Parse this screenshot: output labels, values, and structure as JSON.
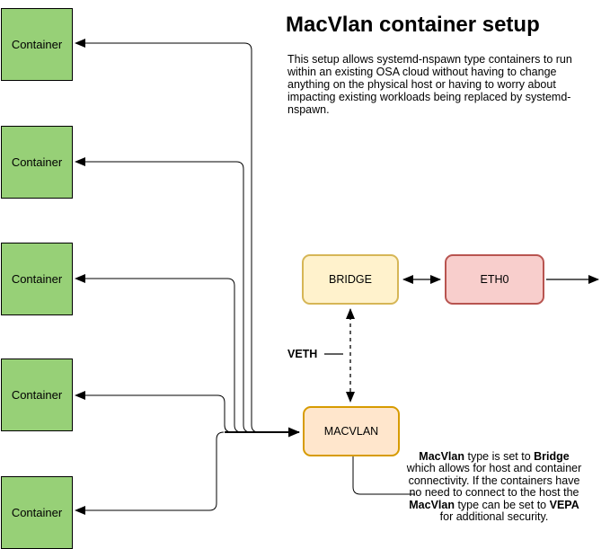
{
  "title": "MacVlan container setup",
  "description": "This setup allows systemd-nspawn type containers to run within an existing OSA cloud without having to change anything on the physical host or having to worry about impacting existing workloads being replaced by systemd-nspawn.",
  "nodes": {
    "container": {
      "label": "Container",
      "count": 5,
      "fill": "#97D077",
      "stroke": "#000000"
    },
    "bridge": {
      "label": "BRIDGE",
      "fill": "#FFF2CC",
      "stroke": "#D6B656"
    },
    "eth0": {
      "label": "ETH0",
      "fill": "#F8CECC",
      "stroke": "#B85450"
    },
    "macvlan": {
      "label": "MACVLAN",
      "fill": "#FFE6CC",
      "stroke": "#D79B00"
    }
  },
  "labels": {
    "veth": "VETH"
  },
  "note": {
    "parts": [
      {
        "text": "MacVlan",
        "bold": true
      },
      {
        "text": " type is set to ",
        "bold": false
      },
      {
        "text": "Bridge",
        "bold": true
      },
      {
        "text": " which allows for host and container connectivity. If the containers have no need to connect to the host the ",
        "bold": false
      },
      {
        "text": "MacVlan",
        "bold": true
      },
      {
        "text": " type can be set to ",
        "bold": false
      },
      {
        "text": "VEPA",
        "bold": true
      },
      {
        "text": " for additional security.",
        "bold": false
      }
    ]
  },
  "connections": [
    "macvlan-to-container-1",
    "macvlan-to-container-2",
    "macvlan-to-container-3",
    "macvlan-to-container-4",
    "macvlan-to-container-5",
    "feeder-into-macvlan",
    "bridge-eth0-bidirectional",
    "eth0-egress",
    "veth-dashed-link",
    "veth-callout-line",
    "macvlan-note-connector"
  ]
}
